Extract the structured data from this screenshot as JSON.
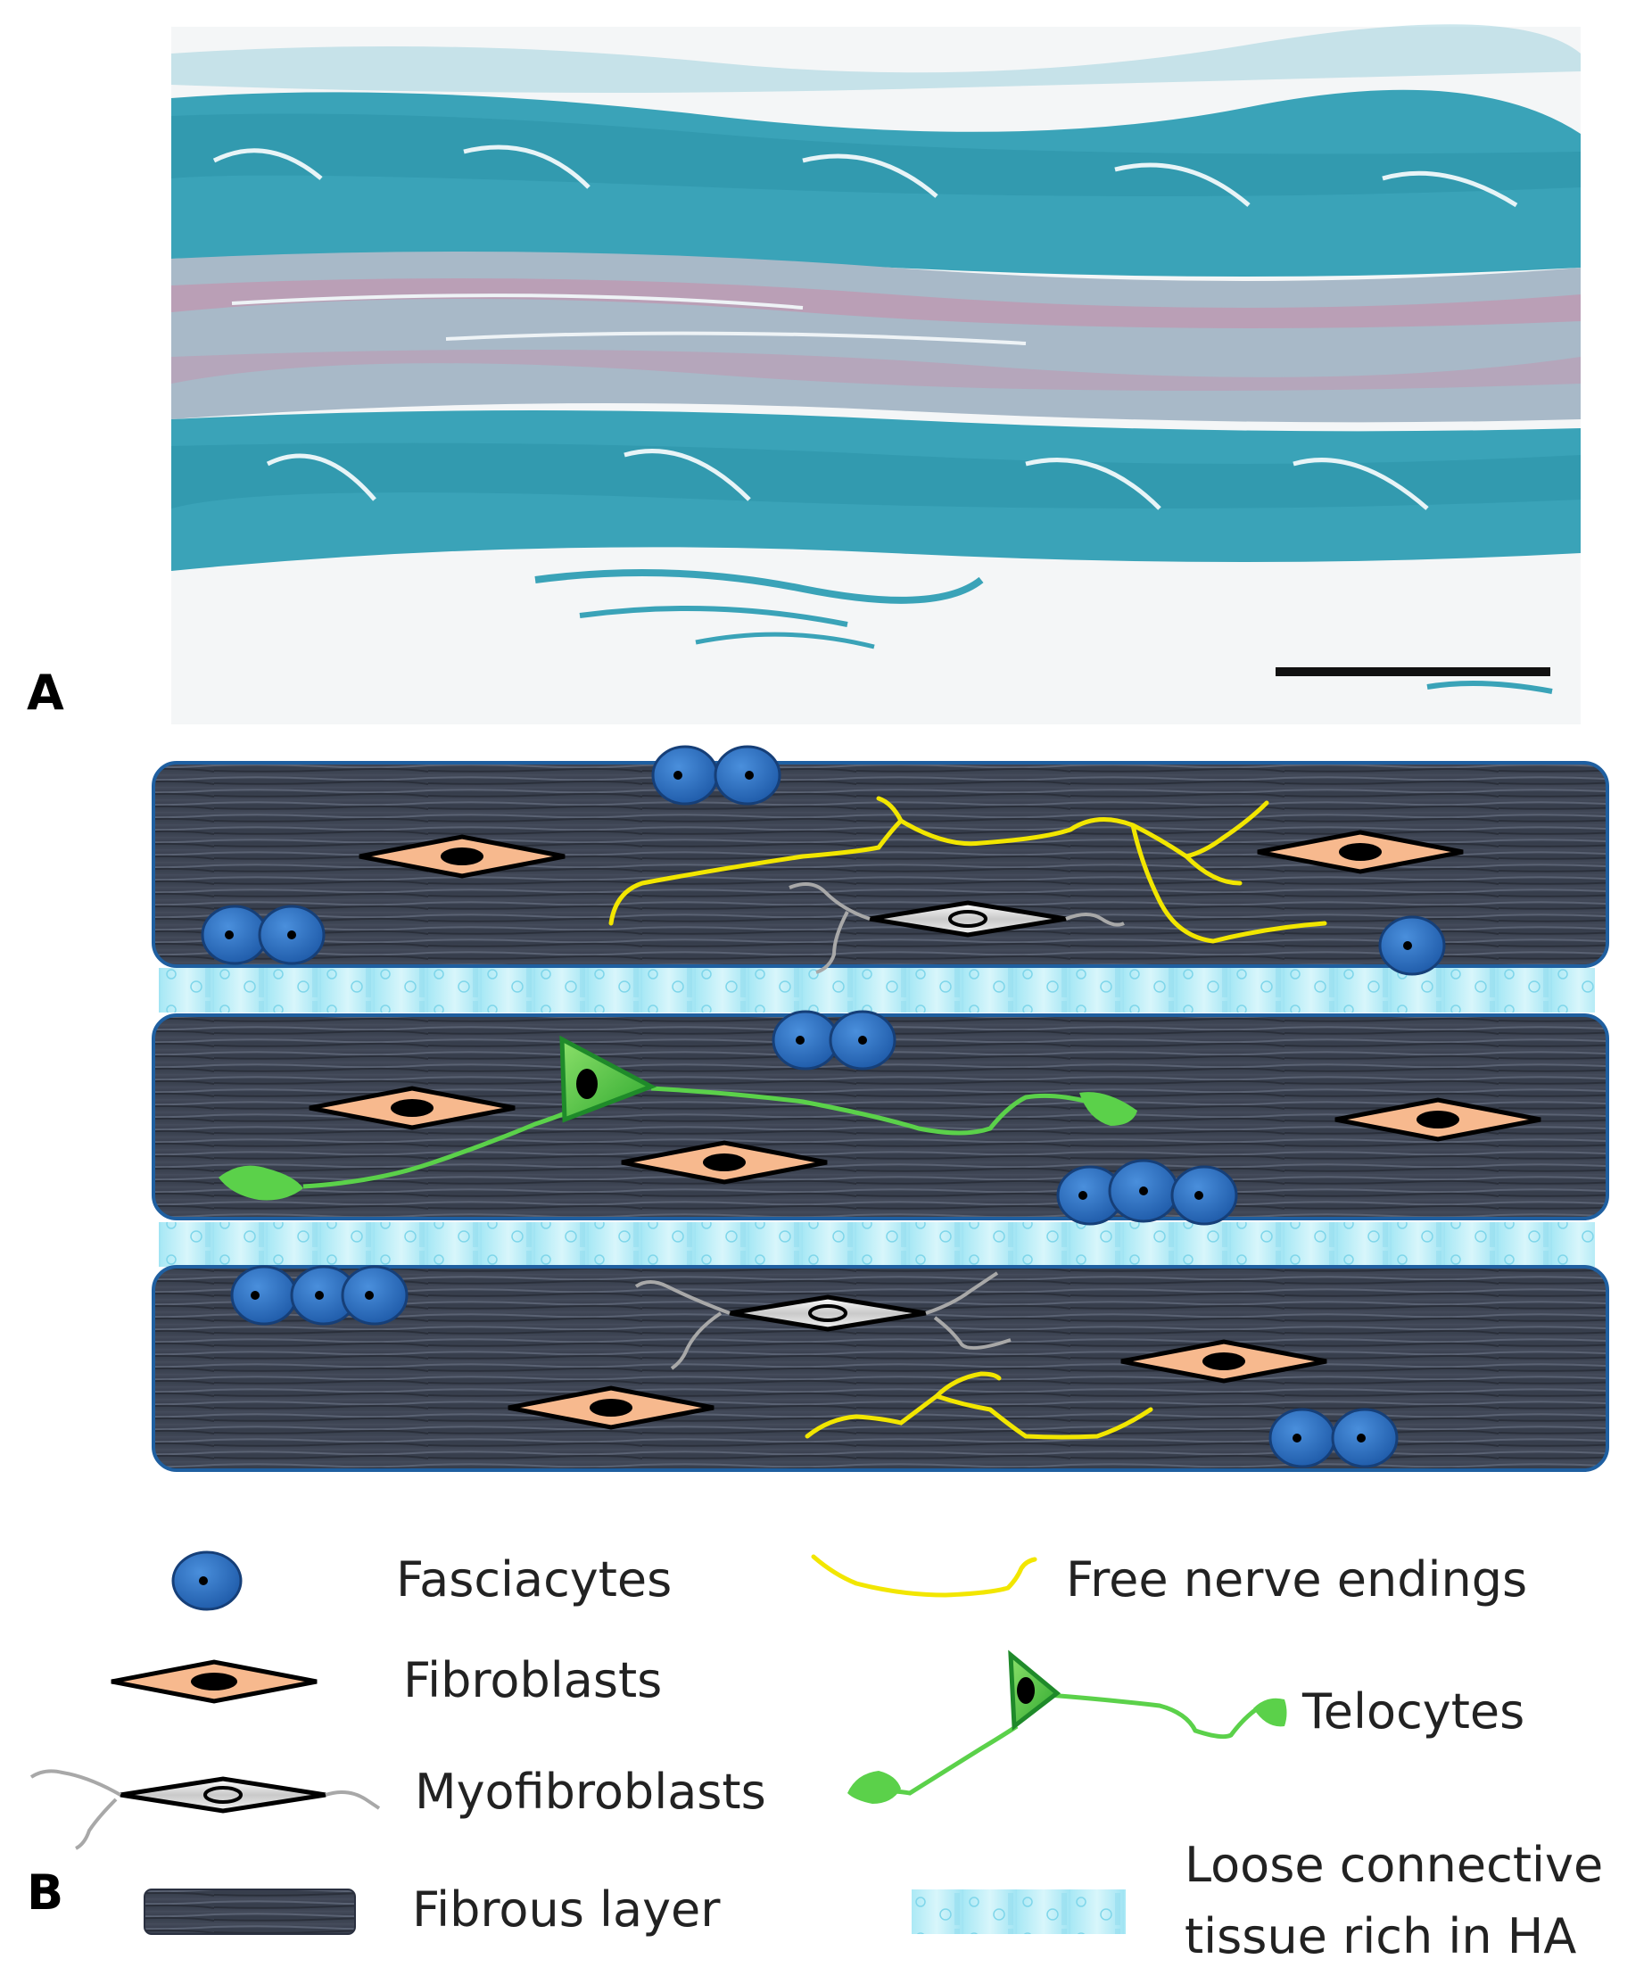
{
  "panels": {
    "a_letter": "A",
    "b_letter": "B"
  },
  "legend": {
    "fasciacytes": "Fasciacytes",
    "fibroblasts": "Fibroblasts",
    "myofibroblasts": "Myofibroblasts",
    "fibrous_layer": "Fibrous layer",
    "nerve_endings": "Free nerve endings",
    "telocytes": "Telocytes",
    "loose_ct_line1": "Loose connective",
    "loose_ct_line2": "tissue rich in HA"
  },
  "colors": {
    "fascia_band": "#3a4150",
    "fascia_border": "#1f5fa0",
    "fasciacyte": "#2e6fc0",
    "fibroblast": "#f7b98e",
    "nerve": "#f2e600",
    "telocyte": "#5bd14a",
    "loose_ct": "#bfeef7",
    "micrograph_blue": "#3aa3b8",
    "micrograph_pink": "#c98aa8"
  }
}
